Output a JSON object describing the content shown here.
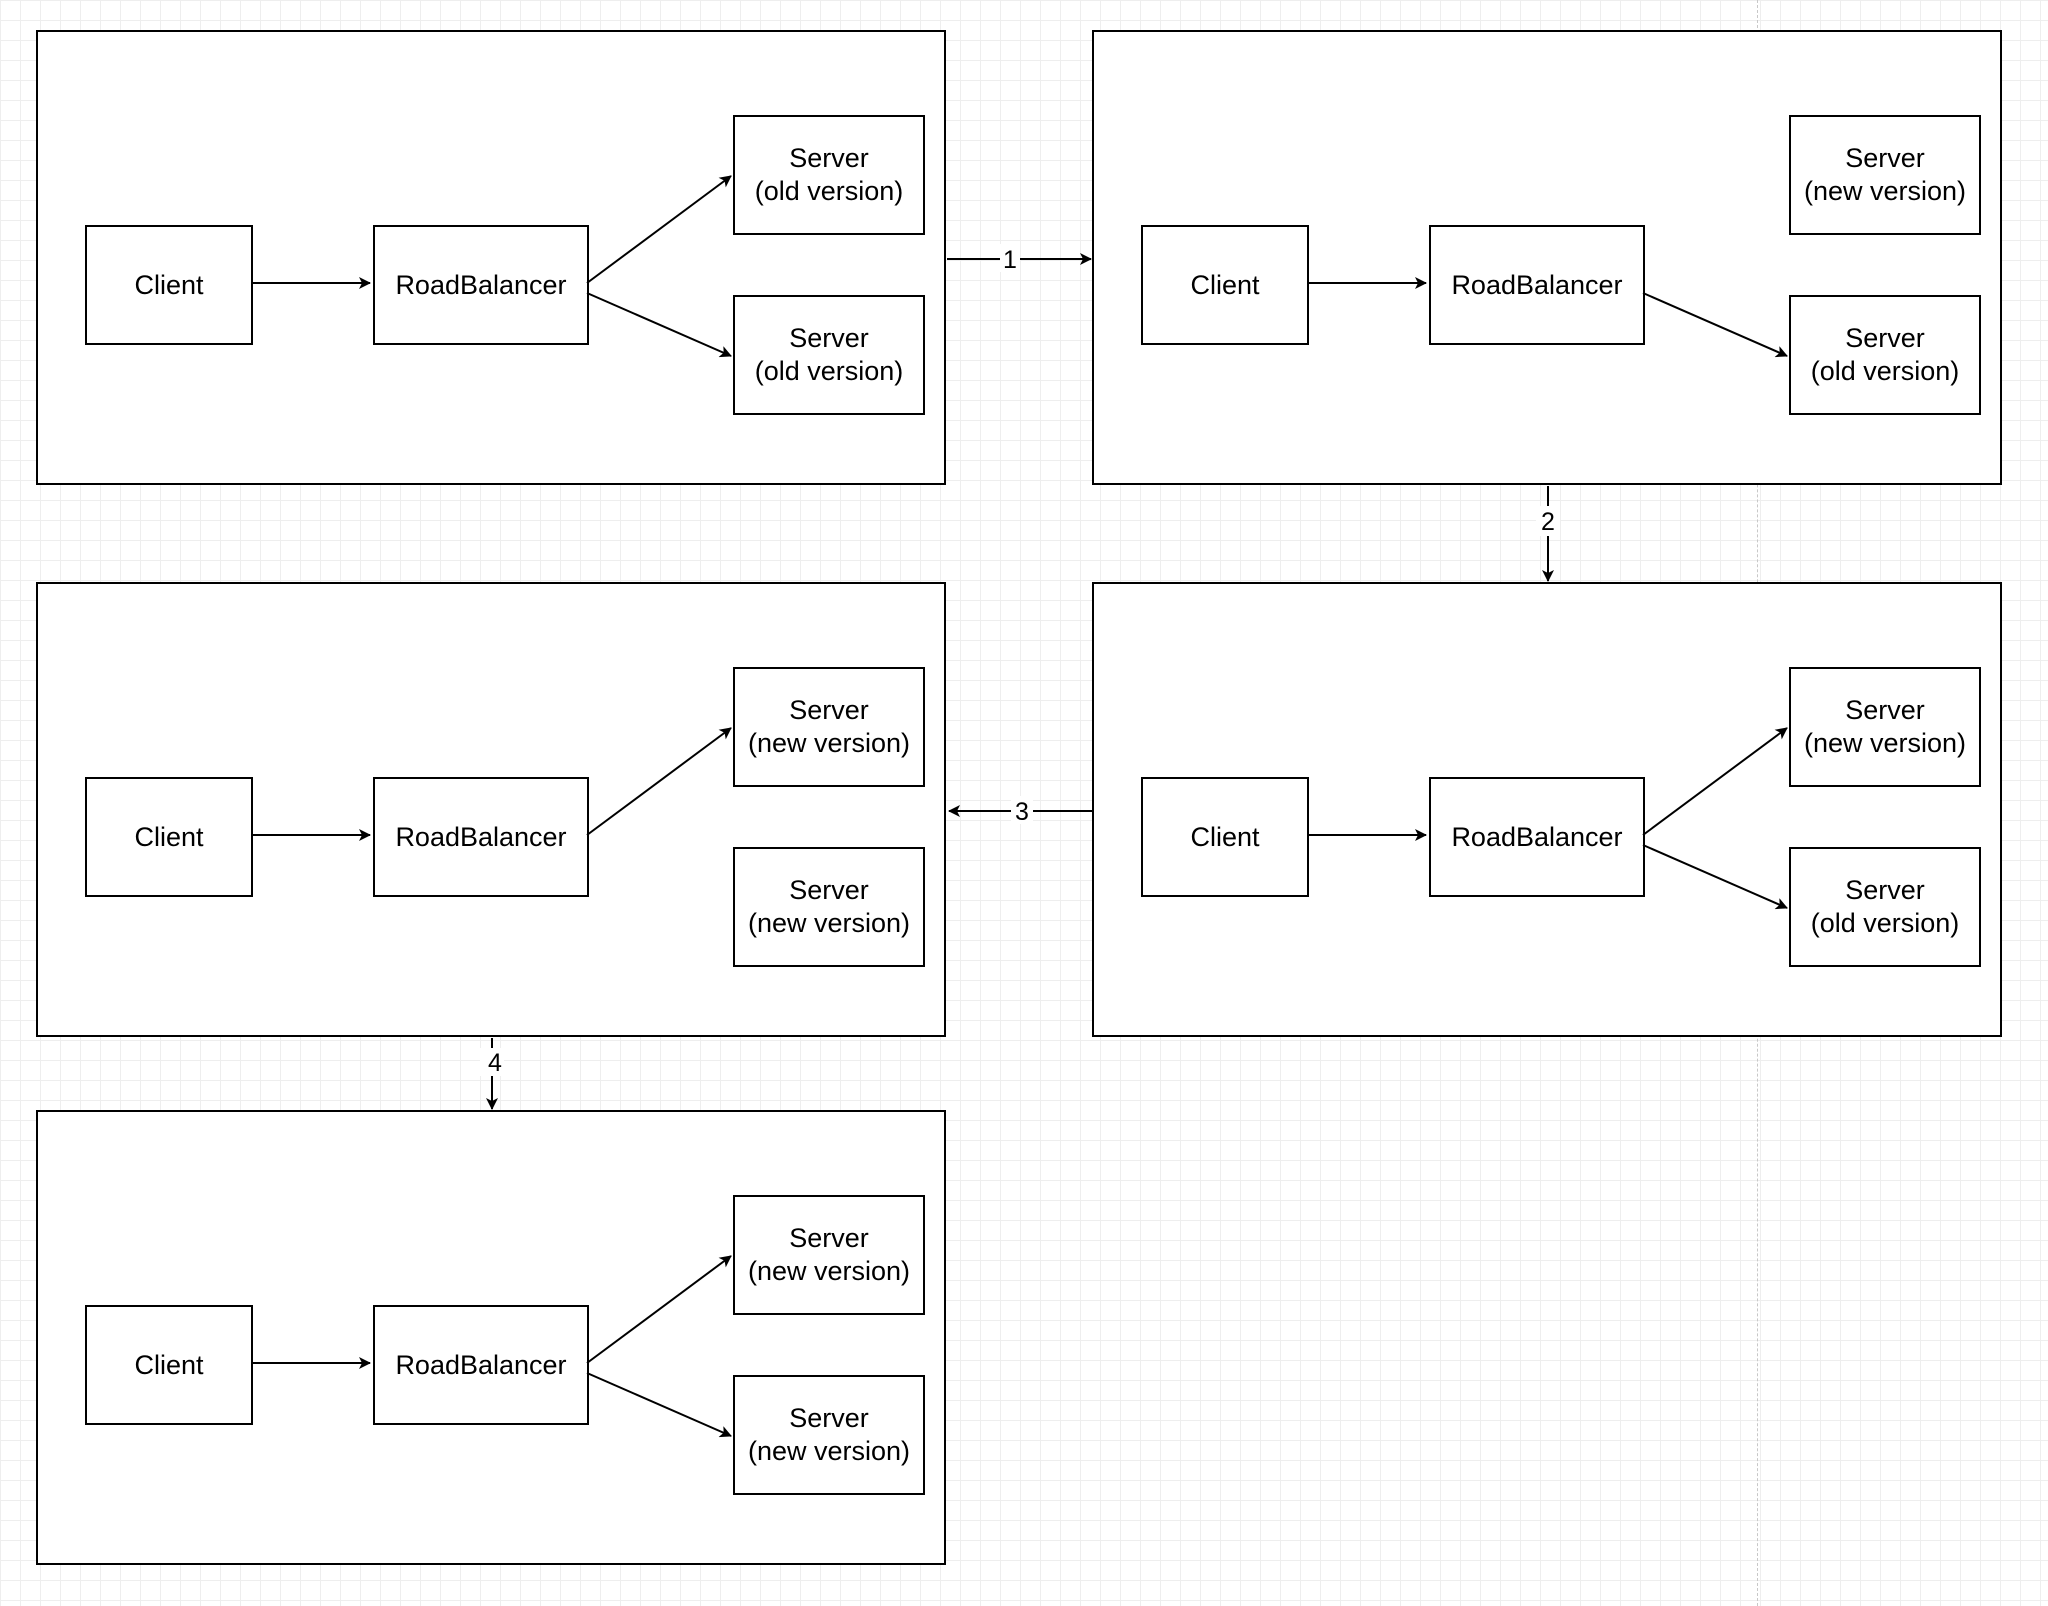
{
  "diagram": {
    "panels": [
      {
        "client": "Client",
        "balancer": "RoadBalancer",
        "server_top": "Server\n(old version)",
        "server_bottom": "Server\n(old version)"
      },
      {
        "client": "Client",
        "balancer": "RoadBalancer",
        "server_top": "Server\n(new version)",
        "server_bottom": "Server\n(old version)"
      },
      {
        "client": "Client",
        "balancer": "RoadBalancer",
        "server_top": "Server\n(new version)",
        "server_bottom": "Server\n(old version)"
      },
      {
        "client": "Client",
        "balancer": "RoadBalancer",
        "server_top": "Server\n(new version)",
        "server_bottom": "Server\n(new version)"
      },
      {
        "client": "Client",
        "balancer": "RoadBalancer",
        "server_top": "Server\n(new version)",
        "server_bottom": "Server\n(new version)"
      }
    ],
    "steps": [
      "1",
      "2",
      "3",
      "4"
    ]
  }
}
